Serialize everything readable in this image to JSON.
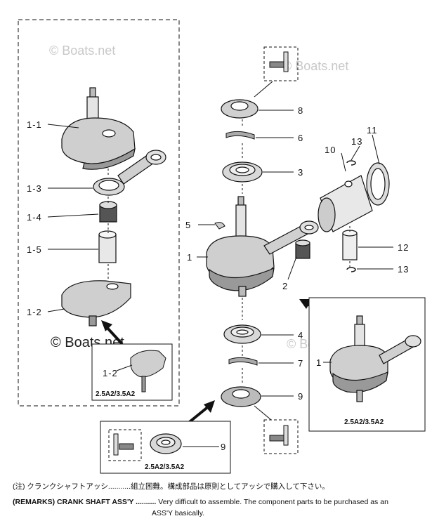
{
  "watermarks": [
    "© Boats.net",
    "© Boats.net",
    "© Boats.net",
    "© Boats.net"
  ],
  "callouts": {
    "c1_1": "1-1",
    "c1_3": "1-3",
    "c1_4": "1-4",
    "c1_5": "1-5",
    "c1": "1",
    "c1_2": "1-2",
    "c1_2_inset": "1-2",
    "c8": "8",
    "c6": "6",
    "c3": "3",
    "c5": "5",
    "c2": "2",
    "c4": "4",
    "c7": "7",
    "c9": "9",
    "c9_inset": "9",
    "c10": "10",
    "c11": "11",
    "c13a": "13",
    "c13b": "13",
    "c12": "12",
    "c1_inset": "1"
  },
  "inset_labels": {
    "crank_inset": "2.5A2/3.5A2",
    "seal_inset": "2.5A2/3.5A2",
    "crankshaft_inset": "2.5A2/3.5A2"
  },
  "remarks": {
    "jp": "(注) クランクシャフトアッシ...........組立困難。構成部品は原則としてアッシで購入して下さい。",
    "en_prefix": "(REMARKS) CRANK SHAFT ASS'Y ..........",
    "en_text": "Very difficult to assemble. The component parts to be purchased as an",
    "en_text2": "ASS'Y basically."
  }
}
